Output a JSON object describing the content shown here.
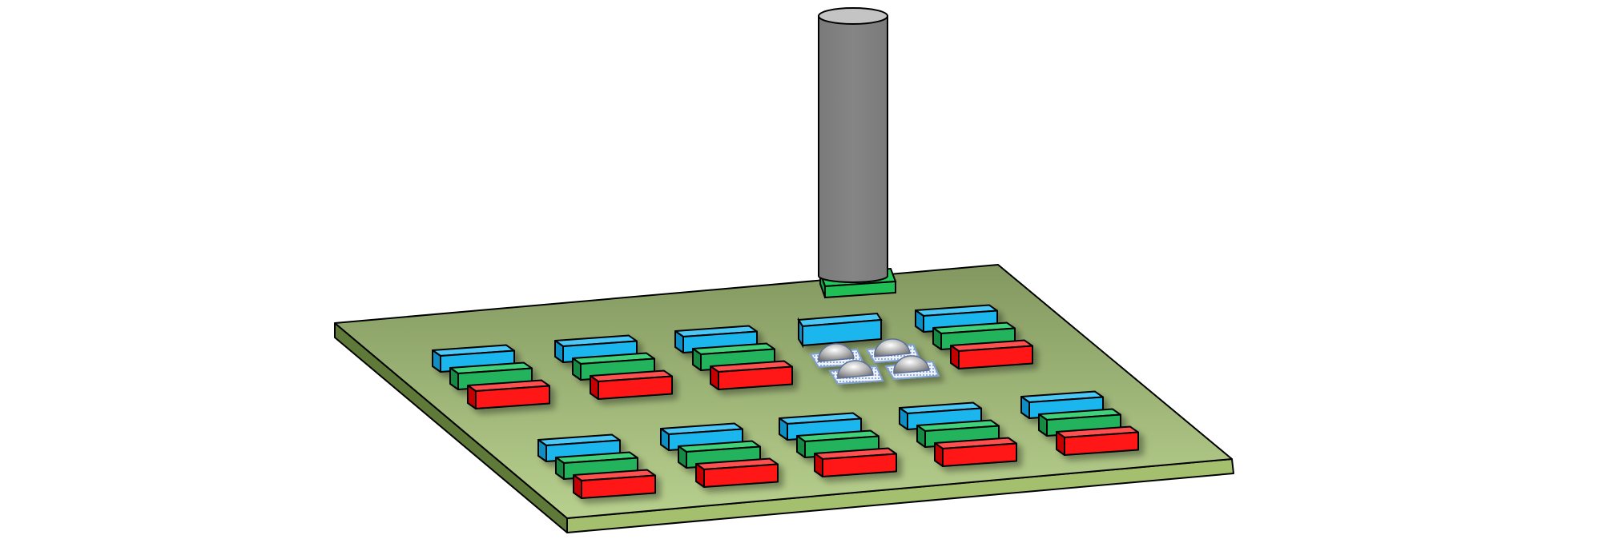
{
  "diagram": {
    "description_hidden": "",
    "colors": {
      "board_top_far": "#849a62",
      "board_top_near": "#b6cf8c",
      "board_side_left": "#5f7a38",
      "board_side_front": "#a4c06e",
      "pillar": "#808080",
      "pillar_top": "#c4c4c4",
      "base_green": "#1fbf55",
      "led_blue": "#1ab6ef",
      "led_green": "#22b35c",
      "led_red": "#ff1515",
      "dome": "#b8b8b8",
      "pad": "#7f9fd0"
    },
    "led_groups": [
      {
        "row": "back",
        "index": 1
      },
      {
        "row": "back",
        "index": 2
      },
      {
        "row": "back",
        "index": 3
      },
      {
        "row": "back",
        "index": 5
      },
      {
        "row": "front",
        "index": 1
      },
      {
        "row": "front",
        "index": 2
      },
      {
        "row": "front",
        "index": 3
      },
      {
        "row": "front",
        "index": 4
      },
      {
        "row": "front",
        "index": 5
      }
    ]
  }
}
